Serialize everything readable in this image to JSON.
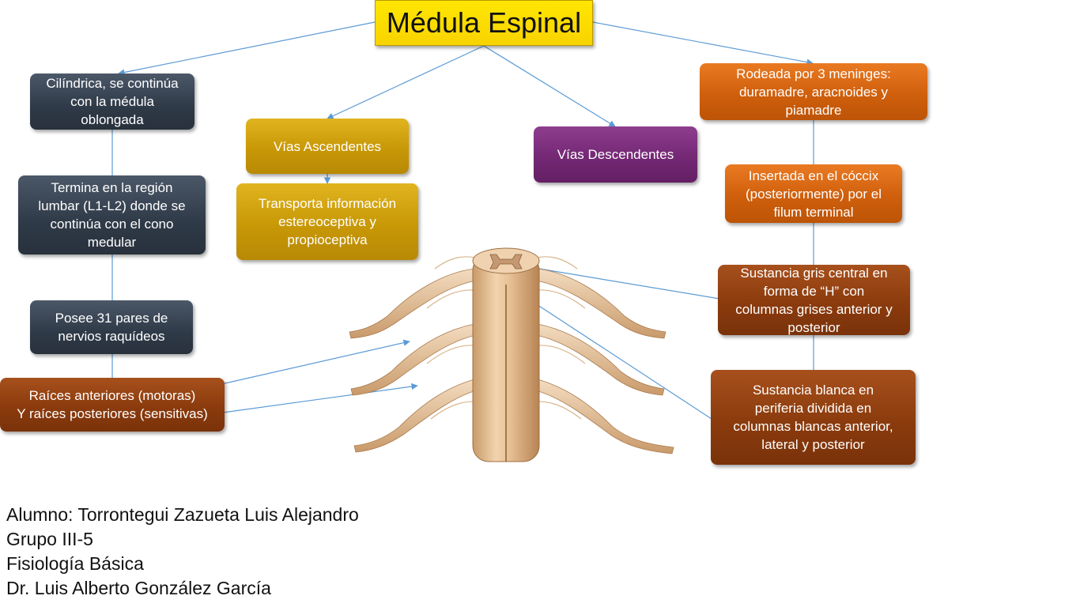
{
  "title": "Médula Espinal",
  "nodes": {
    "cilindrica": "Cilíndrica, se continúa\ncon la médula\noblongada",
    "termina": "Termina en la región\nlumbar (L1-L2) donde se\ncontinúa con el cono\nmedular",
    "pares": "Posee 31 pares de\nnervios raquídeos",
    "raices": "Raíces anteriores (motoras)\nY raíces posteriores (sensitivas)",
    "ascendentes": "Vías Ascendentes",
    "transporta": "Transporta información\nestereoceptiva y\npropioceptiva",
    "descendentes": "Vías Descendentes",
    "meninges": "Rodeada por 3 meninges:\nduramadre, aracnoides y\npiamadre",
    "coccix": "Insertada en el cóccix\n(posteriormente) por el\nfilum terminal",
    "gris": "Sustancia gris central en\nforma de “H” con\ncolumnas grises anterior y\nposterior",
    "blanca": "Sustancia blanca en\nperiferia dividida en\ncolumnas blancas anterior,\nlateral y posterior"
  },
  "footer": {
    "alumno": "Alumno: Torrontegui Zazueta Luis Alejandro",
    "grupo": "Grupo III-5",
    "materia": "Fisiología Básica",
    "doctor": "Dr. Luis Alberto González García"
  },
  "colors": {
    "title": "#f8d300",
    "dark": "#2f3a48",
    "gold": "#c89807",
    "purple": "#742874",
    "orange": "#cf5f0c",
    "brown": "#8b3b0d",
    "connector": "#5b9bd5"
  }
}
